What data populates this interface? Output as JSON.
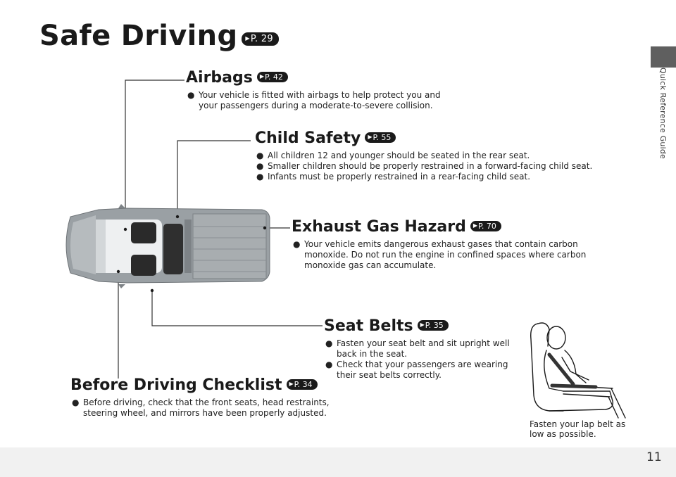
{
  "page": {
    "title": "Safe Driving",
    "title_ref": "P. 29",
    "page_number": "11",
    "side_label": "Quick Reference Guide"
  },
  "sections": {
    "airbags": {
      "heading": "Airbags",
      "ref": "P. 42",
      "bullets": [
        "Your vehicle is fitted with airbags to help protect you and your passengers during a moderate-to-severe collision."
      ]
    },
    "child_safety": {
      "heading": "Child Safety",
      "ref": "P. 55",
      "bullets": [
        "All children 12 and younger should be seated in the rear seat.",
        "Smaller children should be properly restrained in a forward-facing child seat.",
        "Infants must be properly restrained in a rear-facing child seat."
      ]
    },
    "exhaust": {
      "heading": "Exhaust Gas Hazard",
      "ref": "P. 70",
      "bullets": [
        "Your vehicle emits dangerous exhaust gases that contain carbon monoxide. Do not run the engine in confined spaces where carbon monoxide gas can accumulate."
      ]
    },
    "seat_belts": {
      "heading": "Seat Belts",
      "ref": "P. 35",
      "bullets": [
        "Fasten your seat belt and sit upright well back in the seat.",
        "Check that your passengers are wearing their seat belts correctly."
      ]
    },
    "checklist": {
      "heading": "Before Driving Checklist",
      "ref": "P. 34",
      "bullets": [
        "Before driving, check that the front seats, head restraints, steering wheel, and mirrors have been properly adjusted."
      ]
    }
  },
  "illustration": {
    "caption": "Fasten your lap belt as low as possible."
  }
}
